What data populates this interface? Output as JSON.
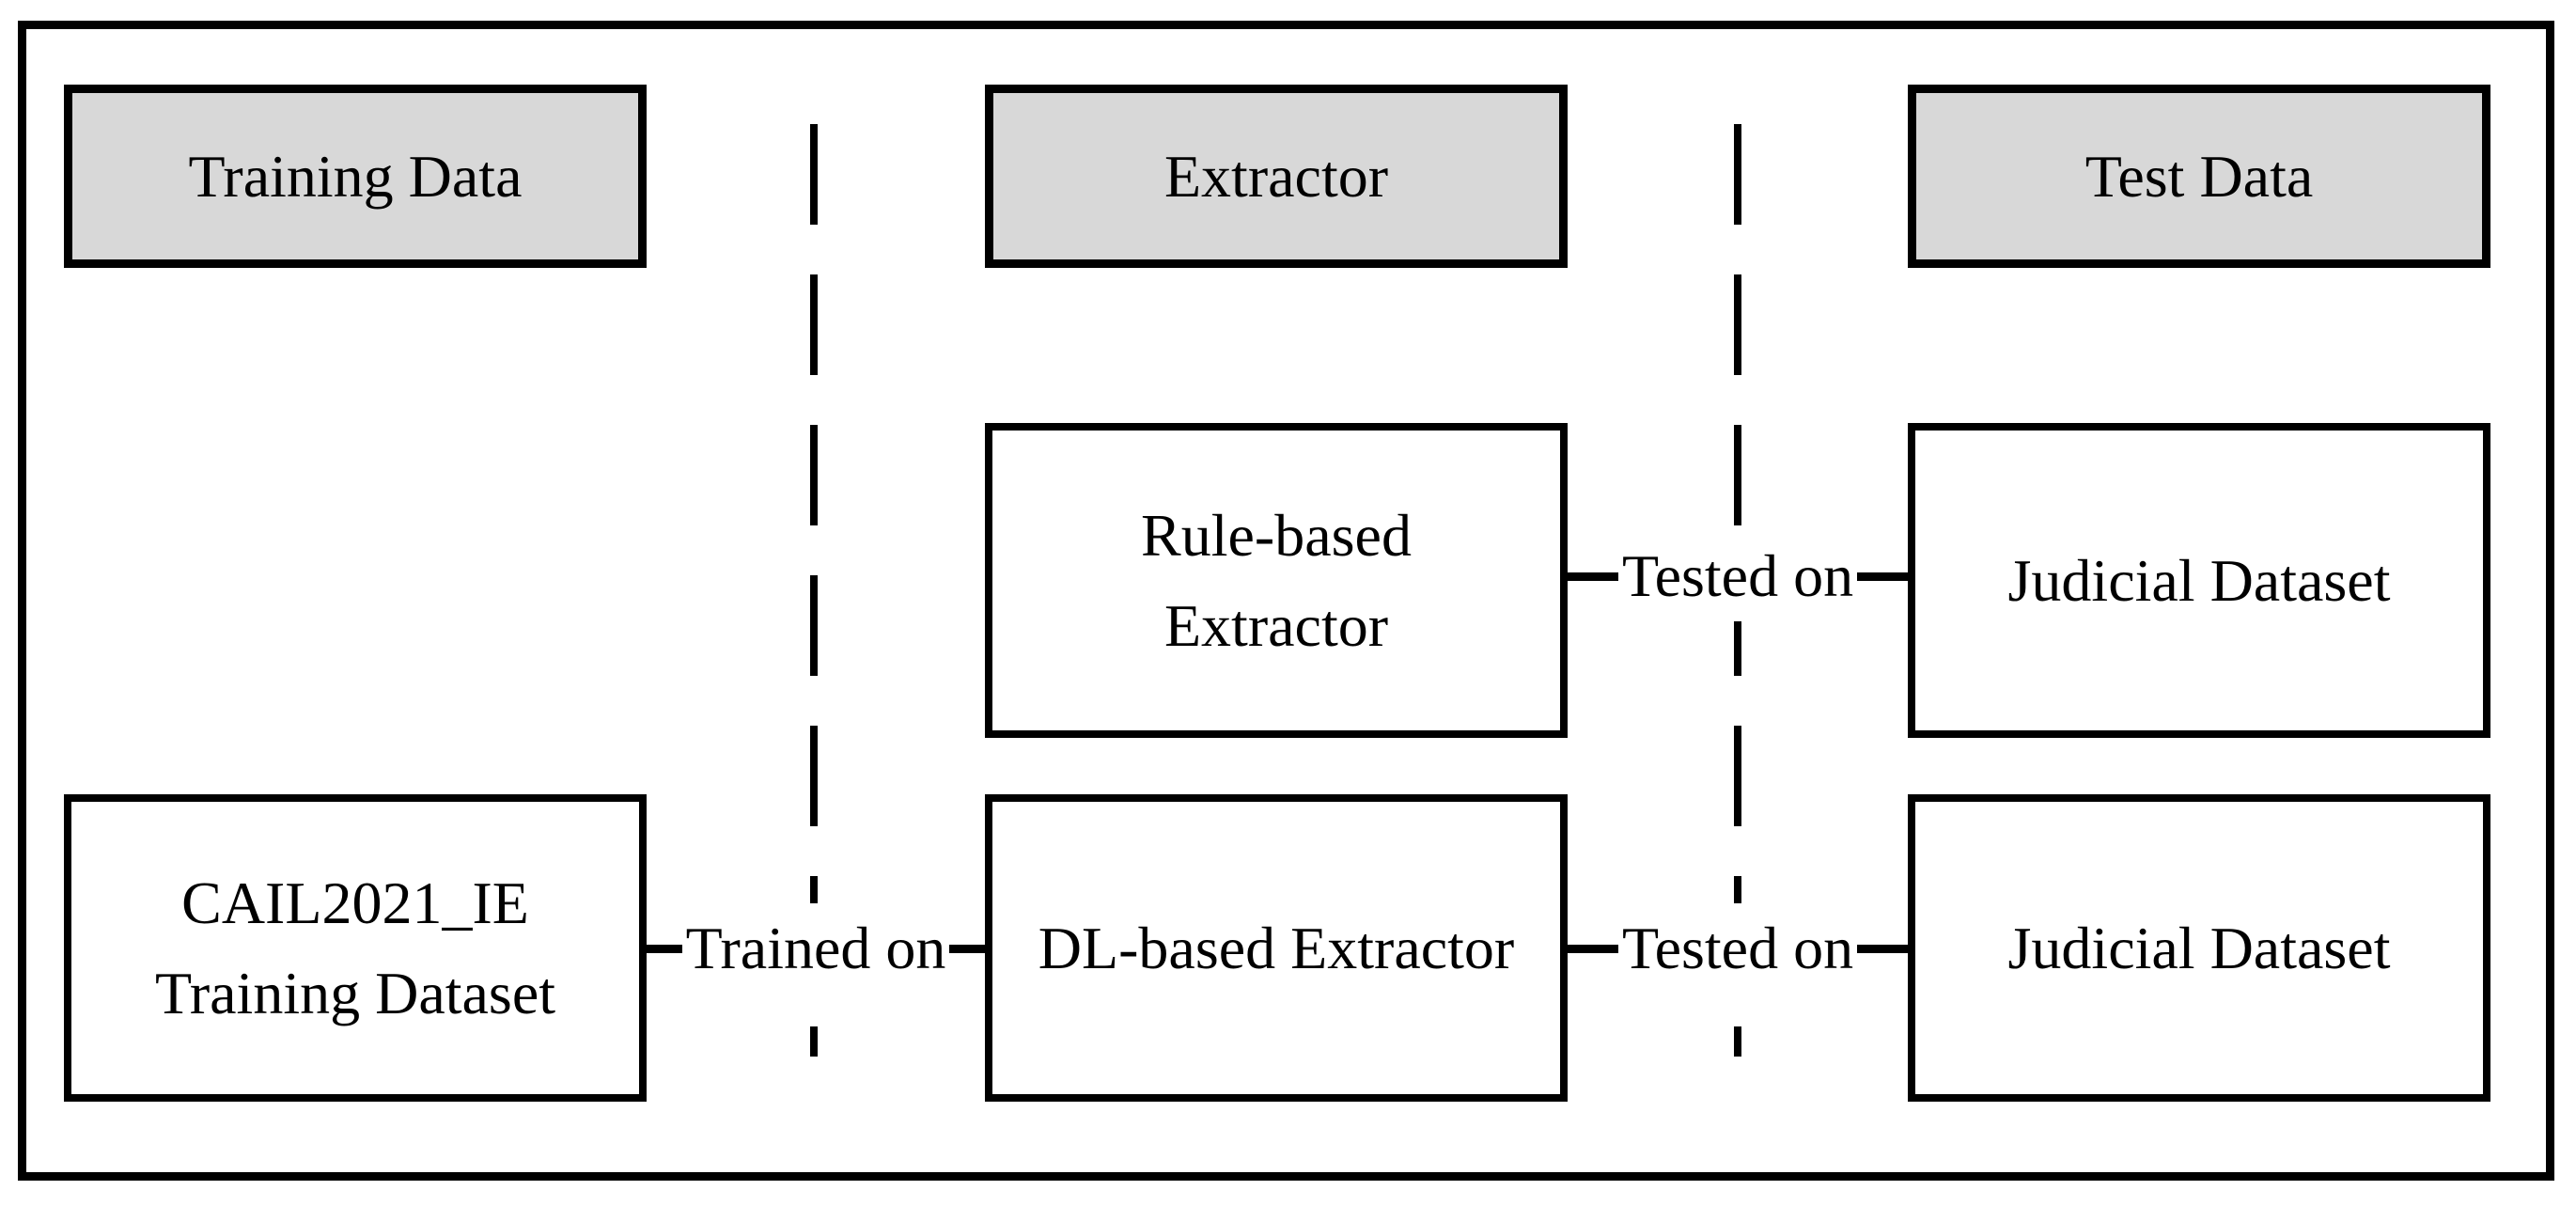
{
  "diagram": {
    "columns": [
      {
        "id": "training-data",
        "header": "Training Data"
      },
      {
        "id": "extractor",
        "header": "Extractor"
      },
      {
        "id": "test-data",
        "header": "Test Data"
      }
    ],
    "boxes": {
      "cail": {
        "line1": "CAIL2021_IE",
        "line2": "Training Dataset"
      },
      "rule": {
        "line1": "Rule-based",
        "line2": "Extractor"
      },
      "dl": {
        "line1": "DL-based Extractor"
      },
      "judicial_top": {
        "line1": "Judicial Dataset"
      },
      "judicial_bottom": {
        "line1": "Judicial Dataset"
      }
    },
    "connectors": {
      "trained_on": "Trained on",
      "tested_on_top": "Tested on",
      "tested_on_bottom": "Tested on"
    },
    "colors": {
      "header_fill": "#d8d8d8",
      "box_fill": "#ffffff",
      "stroke": "#000000",
      "background": "#ffffff"
    }
  }
}
